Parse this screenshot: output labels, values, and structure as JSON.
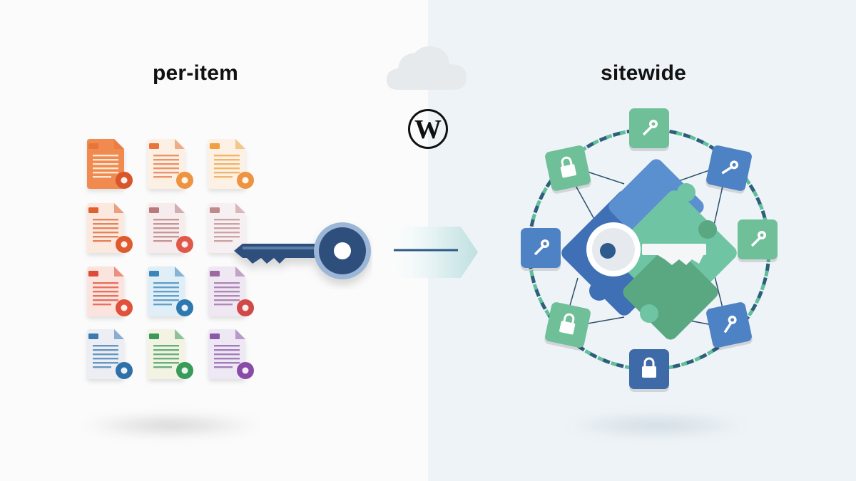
{
  "left_panel": {
    "title": "per-item",
    "background": "#fbfbfb",
    "documents": [
      {
        "row": 0,
        "col": 0,
        "color": "#e8743b",
        "fill": "#f08a4f",
        "badge": "key-hole-badge",
        "badge_color": "#d9552c"
      },
      {
        "row": 0,
        "col": 1,
        "color": "#e8743b",
        "fill": "#fcefe4",
        "badge": "key-badge",
        "badge_color": "#ee9440"
      },
      {
        "row": 0,
        "col": 2,
        "color": "#f0a040",
        "fill": "#fcf1e4",
        "badge": "magnifier-key-badge",
        "badge_color": "#ee9440"
      },
      {
        "row": 1,
        "col": 0,
        "color": "#e0602e",
        "fill": "#fbe9e0",
        "badge": "padlock-open-badge",
        "badge_color": "#e05a30"
      },
      {
        "row": 1,
        "col": 1,
        "color": "#b87a7a",
        "fill": "#f6ecee",
        "badge": "puzzle-badge",
        "badge_color": "#e0584a"
      },
      {
        "row": 1,
        "col": 2,
        "color": "#c08a8a",
        "fill": "#f6f0f2",
        "badge": "none",
        "badge_color": ""
      },
      {
        "row": 2,
        "col": 0,
        "color": "#e04a34",
        "fill": "#fbe3de",
        "badge": "envelope-badge",
        "badge_color": "#e0503a"
      },
      {
        "row": 2,
        "col": 1,
        "color": "#3a86b8",
        "fill": "#e0eef8",
        "badge": "key-badge",
        "badge_color": "#2e78b0"
      },
      {
        "row": 2,
        "col": 2,
        "color": "#9a6aa0",
        "fill": "#efe8f3",
        "badge": "padlock-badge",
        "badge_color": "#d04848"
      },
      {
        "row": 3,
        "col": 0,
        "color": "#3a7ab0",
        "fill": "#eceef4",
        "badge": "padlock-badge",
        "badge_color": "#2e70a8"
      },
      {
        "row": 3,
        "col": 1,
        "color": "#3a9a5a",
        "fill": "#f3f3e4",
        "badge": "padlock-badge",
        "badge_color": "#3a9a5a"
      },
      {
        "row": 3,
        "col": 2,
        "color": "#8a5aa8",
        "fill": "#eee8f4",
        "badge": "camera-badge",
        "badge_color": "#8a4aa8"
      }
    ],
    "big_key_color": "#2d4f7c",
    "big_key_rim": "#9bb6d6"
  },
  "center": {
    "cloud_color": "#e4e8ea",
    "logo": "W",
    "arrow_color": "#2d5a86",
    "arrow_bg": "#d8eef0"
  },
  "right_panel": {
    "title": "sitewide",
    "background": "#eef3f7",
    "nodes": [
      {
        "pos": "top",
        "color": "#6fbf98",
        "icon": "key-icon"
      },
      {
        "pos": "top-right",
        "color": "#4d82c4",
        "icon": "key-icon"
      },
      {
        "pos": "right",
        "color": "#6fbf98",
        "icon": "key-icon"
      },
      {
        "pos": "bottom-right",
        "color": "#4d82c4",
        "icon": "key-icon"
      },
      {
        "pos": "bottom",
        "color": "#3e6aa8",
        "icon": "padlock-open-icon"
      },
      {
        "pos": "bottom-left",
        "color": "#6fbf98",
        "icon": "padlock-icon"
      },
      {
        "pos": "left",
        "color": "#4d82c4",
        "icon": "key-icon"
      },
      {
        "pos": "top-left",
        "color": "#6fbf98",
        "icon": "padlock-icon"
      }
    ],
    "chain_colors": [
      "#2e5f7a",
      "#5fbf9a"
    ],
    "puzzle_colors": [
      "#3f6fb4",
      "#5a8fd0",
      "#6fc4a4",
      "#5aa882"
    ],
    "center_key_color": "#f4f6f8"
  }
}
